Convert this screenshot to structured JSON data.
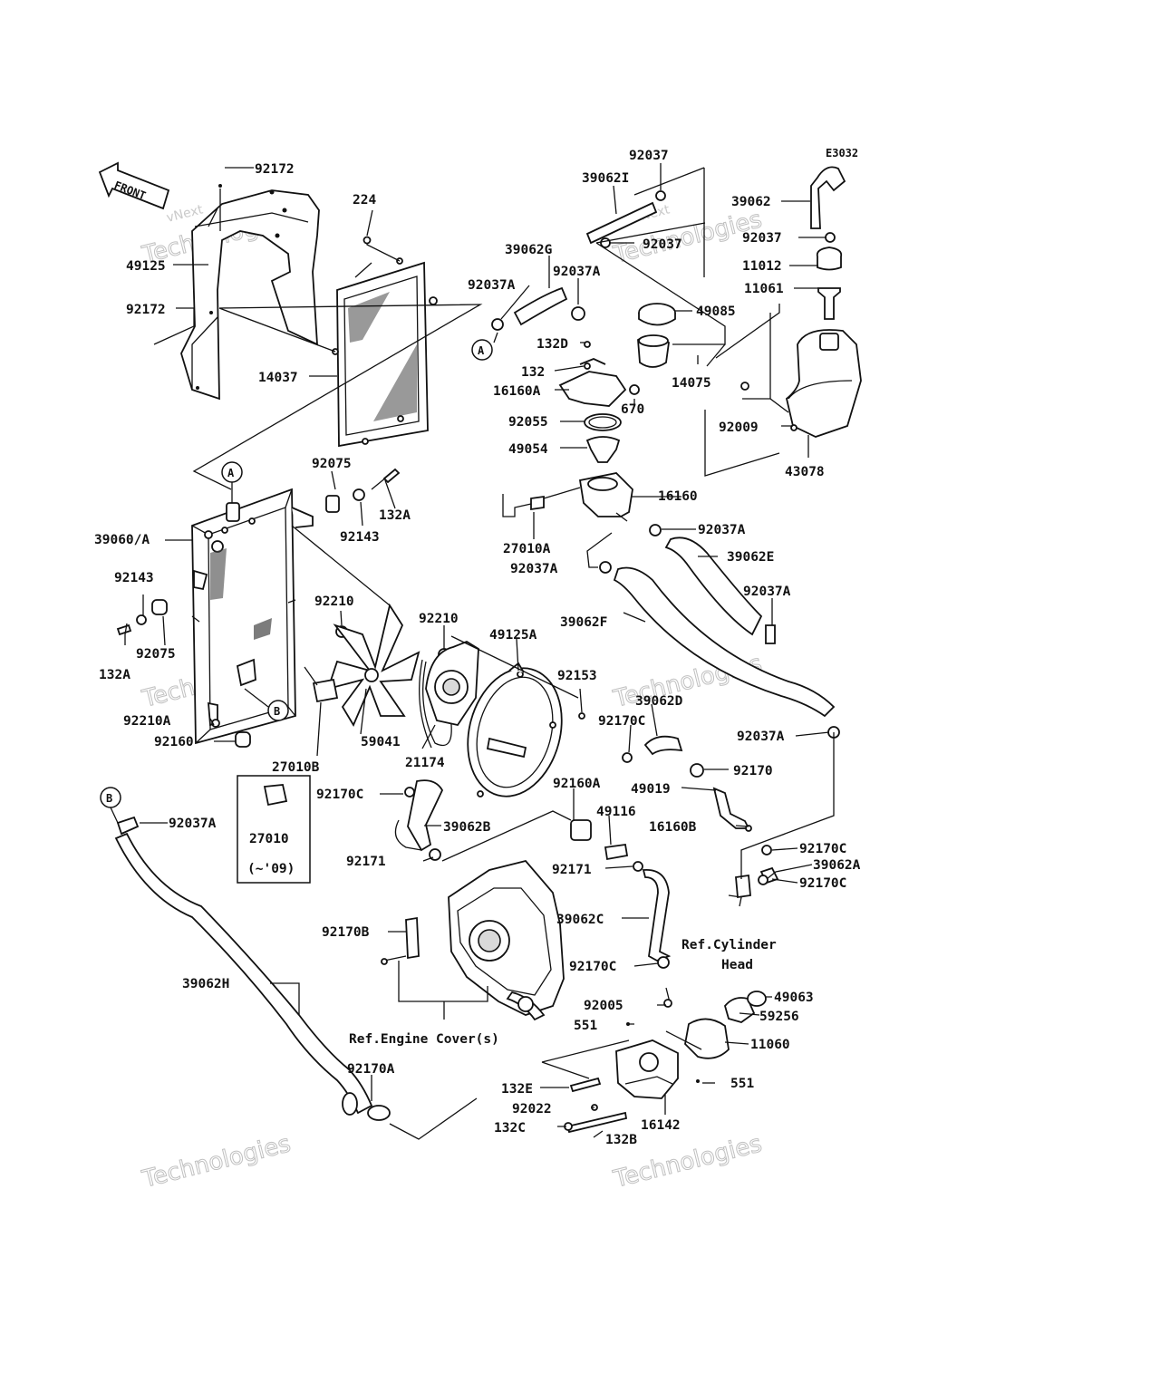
{
  "diagram_code": "E3032",
  "front_label": "FRONT",
  "watermark": {
    "line1": "vNext",
    "line2": "Technologies",
    "line3": "Technologies"
  },
  "refs": {
    "cylinder_head_1": "Ref.Cylinder",
    "cylinder_head_2": "Head",
    "engine_cover": "Ref.Engine Cover(s)",
    "box_part": "27010",
    "box_note": "(~'09)"
  },
  "callouts": {
    "A": "A",
    "B": "B"
  },
  "parts": [
    "92172",
    "49125",
    "92172",
    "224",
    "14037",
    "92037",
    "39062I",
    "92037",
    "39062",
    "92037",
    "11012",
    "11061",
    "39062G",
    "92037A",
    "92037A",
    "49085",
    "132D",
    "132",
    "16160A",
    "670",
    "14075",
    "92055",
    "49054",
    "92009",
    "43078",
    "16160",
    "27010A",
    "92037A",
    "92037A",
    "39062E",
    "92037A",
    "39062F",
    "92075",
    "132A",
    "92143",
    "39060/A",
    "92143",
    "92075",
    "132A",
    "92210",
    "92210",
    "49125A",
    "92153",
    "39062D",
    "92170C",
    "92037A",
    "92170",
    "49019",
    "16160B",
    "92210A",
    "92160",
    "59041",
    "27010B",
    "21174",
    "92160A",
    "49116",
    "92170C",
    "39062B",
    "92037A",
    "92171",
    "92171",
    "92170C",
    "39062A",
    "92170C",
    "39062C",
    "92170B",
    "92170C",
    "39062H",
    "49063",
    "59256",
    "92005",
    "551",
    "11060",
    "551",
    "92170A",
    "132E",
    "92022",
    "16142",
    "132C",
    "132B"
  ]
}
